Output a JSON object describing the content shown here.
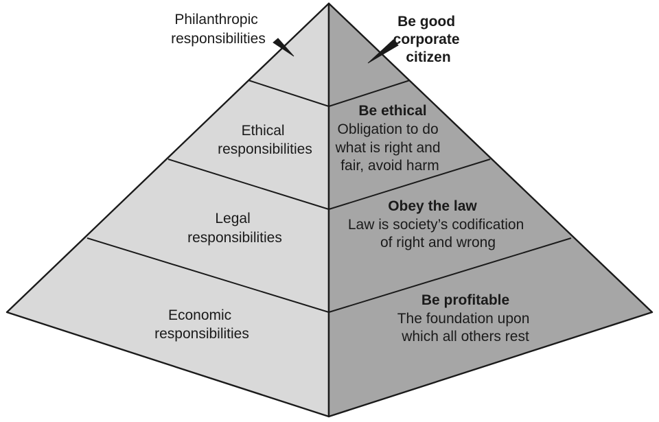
{
  "colors": {
    "left_face": "#d9d9d9",
    "right_face": "#a6a6a6",
    "outline": "#1a1a1a",
    "text": "#1a1a1a"
  },
  "levels": [
    {
      "id": "philanthropic",
      "left_lines": [
        "Philanthropic",
        "responsibilities"
      ],
      "right_title_lines": [
        "Be good",
        "corporate",
        "citizen"
      ],
      "right_desc_lines": []
    },
    {
      "id": "ethical",
      "left_lines": [
        "Ethical",
        "responsibilities"
      ],
      "right_title_lines": [
        "Be ethical"
      ],
      "right_desc_lines": [
        "Obligation to do",
        "what is right and",
        "fair, avoid harm"
      ]
    },
    {
      "id": "legal",
      "left_lines": [
        "Legal",
        "responsibilities"
      ],
      "right_title_lines": [
        "Obey the law"
      ],
      "right_desc_lines": [
        "Law is society’s codification",
        "of right and wrong"
      ]
    },
    {
      "id": "economic",
      "left_lines": [
        "Economic",
        "responsibilities"
      ],
      "right_title_lines": [
        "Be profitable"
      ],
      "right_desc_lines": [
        "The foundation upon",
        "which all others rest"
      ]
    }
  ]
}
